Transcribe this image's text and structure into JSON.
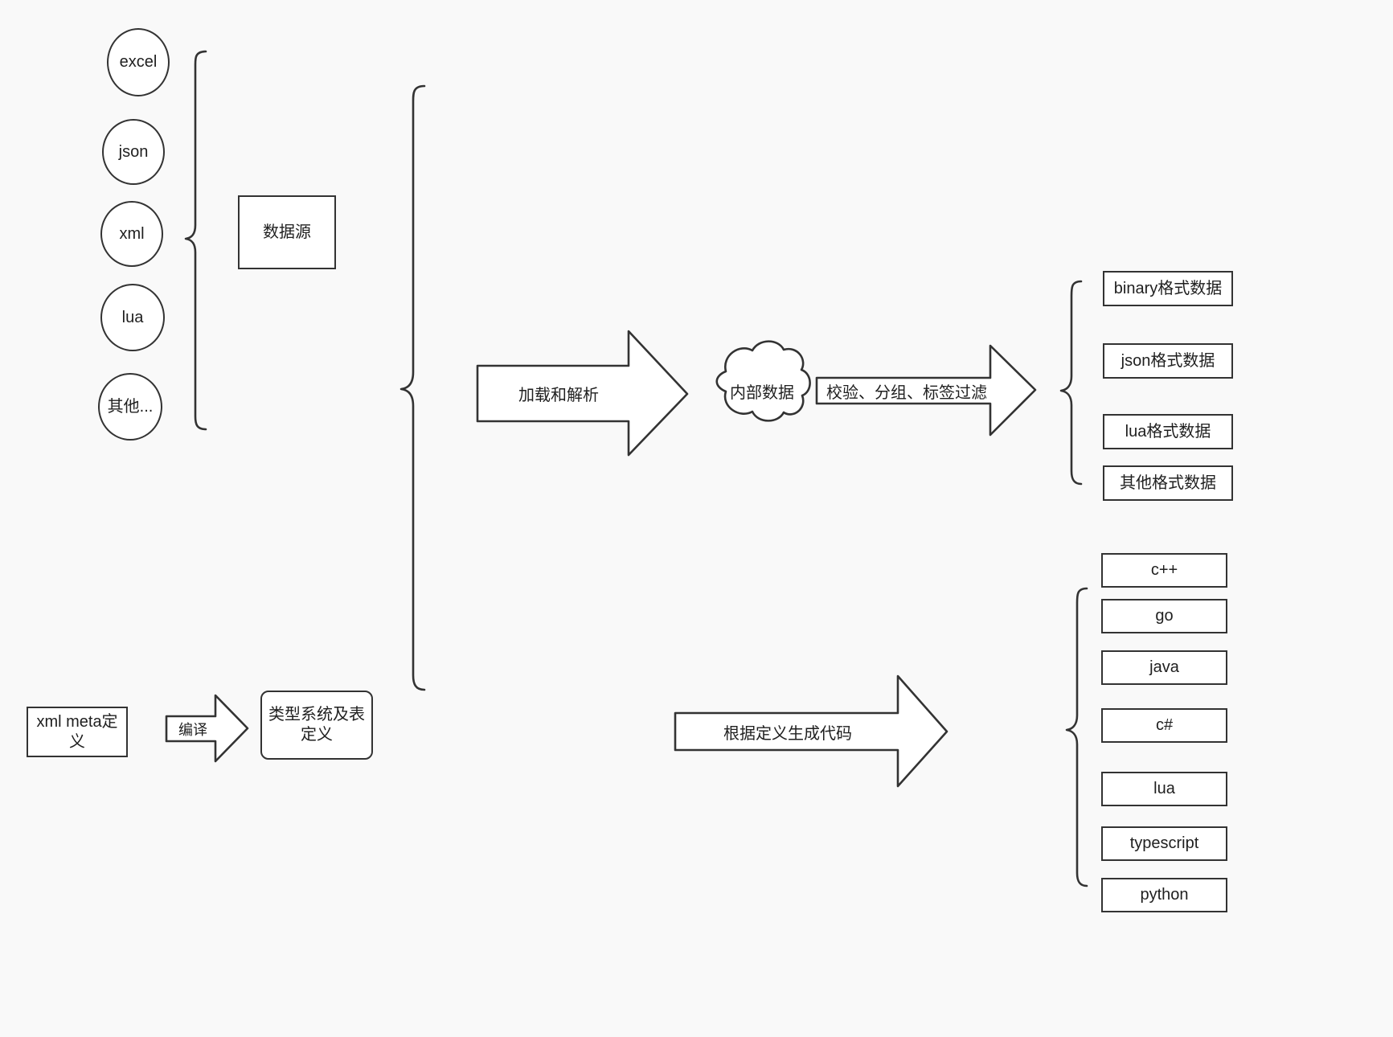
{
  "diagram": {
    "title": "data pipeline and code generation flow",
    "background_color": "#f9f9f9",
    "stroke_color": "#333333",
    "fill_color": "#ffffff",
    "text_color": "#1f1f1f"
  },
  "sources": {
    "group_label": "数据源",
    "items": [
      {
        "label": "excel"
      },
      {
        "label": "json"
      },
      {
        "label": "xml"
      },
      {
        "label": "lua"
      },
      {
        "label": "其他..."
      }
    ]
  },
  "meta": {
    "definition_box": "xml meta定义",
    "compile_arrow": "编译",
    "type_system_box": "类型系统及表定义"
  },
  "pipeline": {
    "load_arrow": "加载和解析",
    "cloud": "内部数据",
    "filter_arrow": "校验、分组、标签过滤",
    "generate_arrow": "根据定义生成代码"
  },
  "outputs": {
    "formats": [
      {
        "label": "binary格式数据"
      },
      {
        "label": "json格式数据"
      },
      {
        "label": "lua格式数据"
      },
      {
        "label": "其他格式数据"
      }
    ],
    "languages": [
      {
        "label": "c++"
      },
      {
        "label": "go"
      },
      {
        "label": "java"
      },
      {
        "label": "c#"
      },
      {
        "label": "lua"
      },
      {
        "label": "typescript"
      },
      {
        "label": "python"
      }
    ]
  }
}
